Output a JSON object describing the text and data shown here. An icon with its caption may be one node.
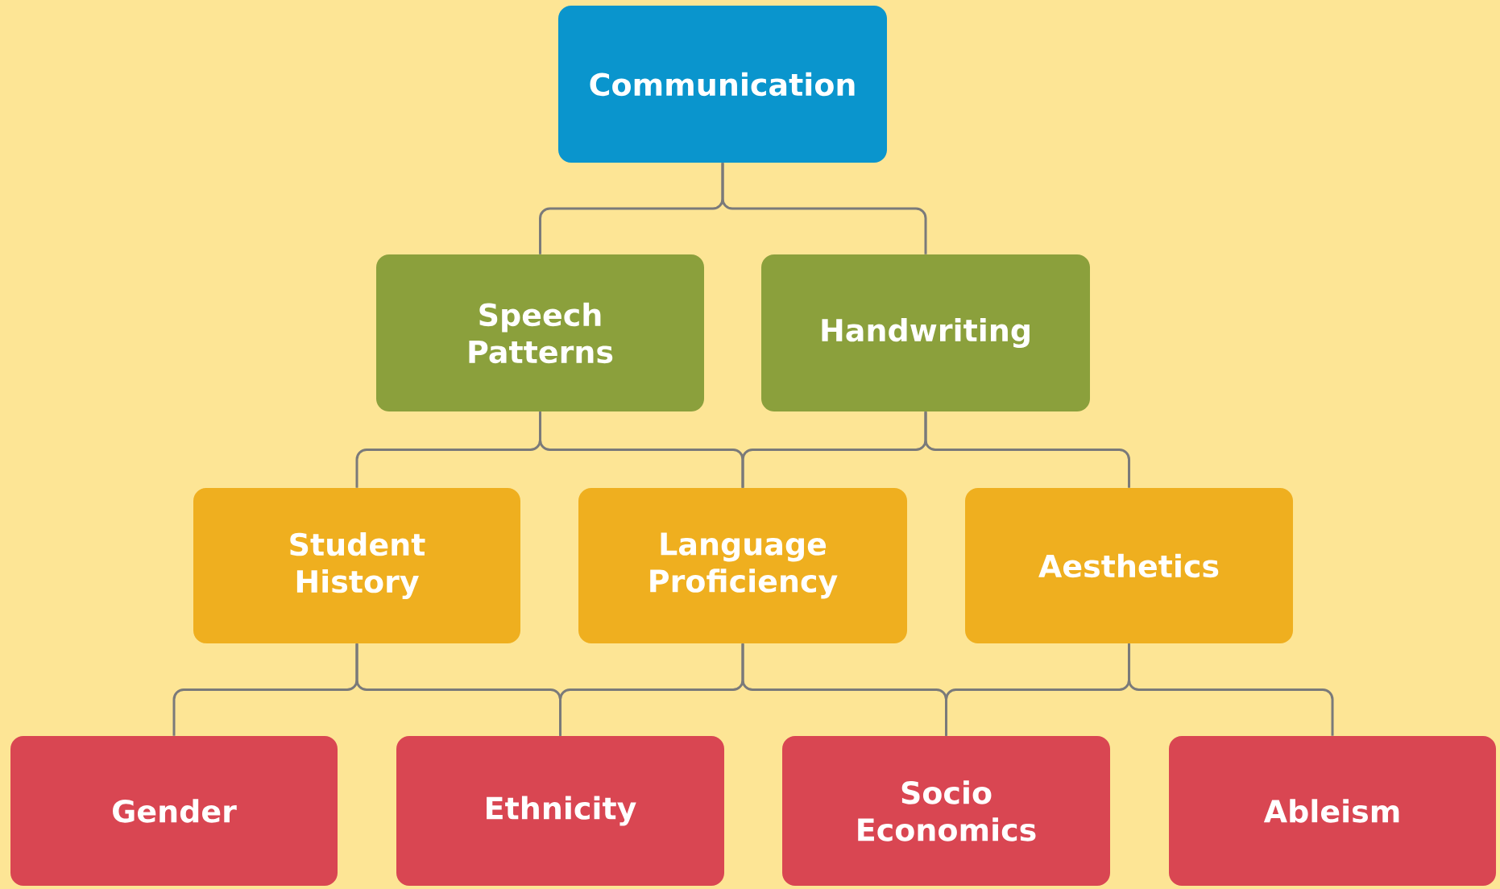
{
  "diagram": {
    "nodes": [
      {
        "text": [
          "Communication"
        ]
      },
      {
        "text": [
          "Speech Patterns"
        ]
      },
      {
        "text": [
          "Handwriting"
        ]
      },
      {
        "text": [
          "Student History"
        ]
      },
      {
        "text": [
          "Language Proficiency"
        ]
      },
      {
        "text": [
          "Aesthetics"
        ]
      },
      {
        "text": [
          "Gender"
        ]
      },
      {
        "text": [
          "Ethnicity"
        ]
      },
      {
        "text": [
          "Socio Economics"
        ]
      },
      {
        "text": [
          "Ableism"
        ]
      }
    ],
    "edges": [
      {
        "from": 0,
        "to": 1,
        "arrow": "none"
      },
      {
        "from": 0,
        "to": 2,
        "arrow": "none"
      },
      {
        "from": 1,
        "to": 3,
        "arrow": "none"
      },
      {
        "from": 1,
        "to": 4,
        "arrow": "none"
      },
      {
        "from": 2,
        "to": 4,
        "arrow": "none"
      },
      {
        "from": 2,
        "to": 5,
        "arrow": "none"
      },
      {
        "from": 3,
        "to": 6,
        "arrow": "none"
      },
      {
        "from": 3,
        "to": 7,
        "arrow": "none"
      },
      {
        "from": 4,
        "to": 7,
        "arrow": "none"
      },
      {
        "from": 4,
        "to": 8,
        "arrow": "none"
      },
      {
        "from": 5,
        "to": 8,
        "arrow": "none"
      },
      {
        "from": 5,
        "to": 9,
        "arrow": "none"
      }
    ]
  }
}
